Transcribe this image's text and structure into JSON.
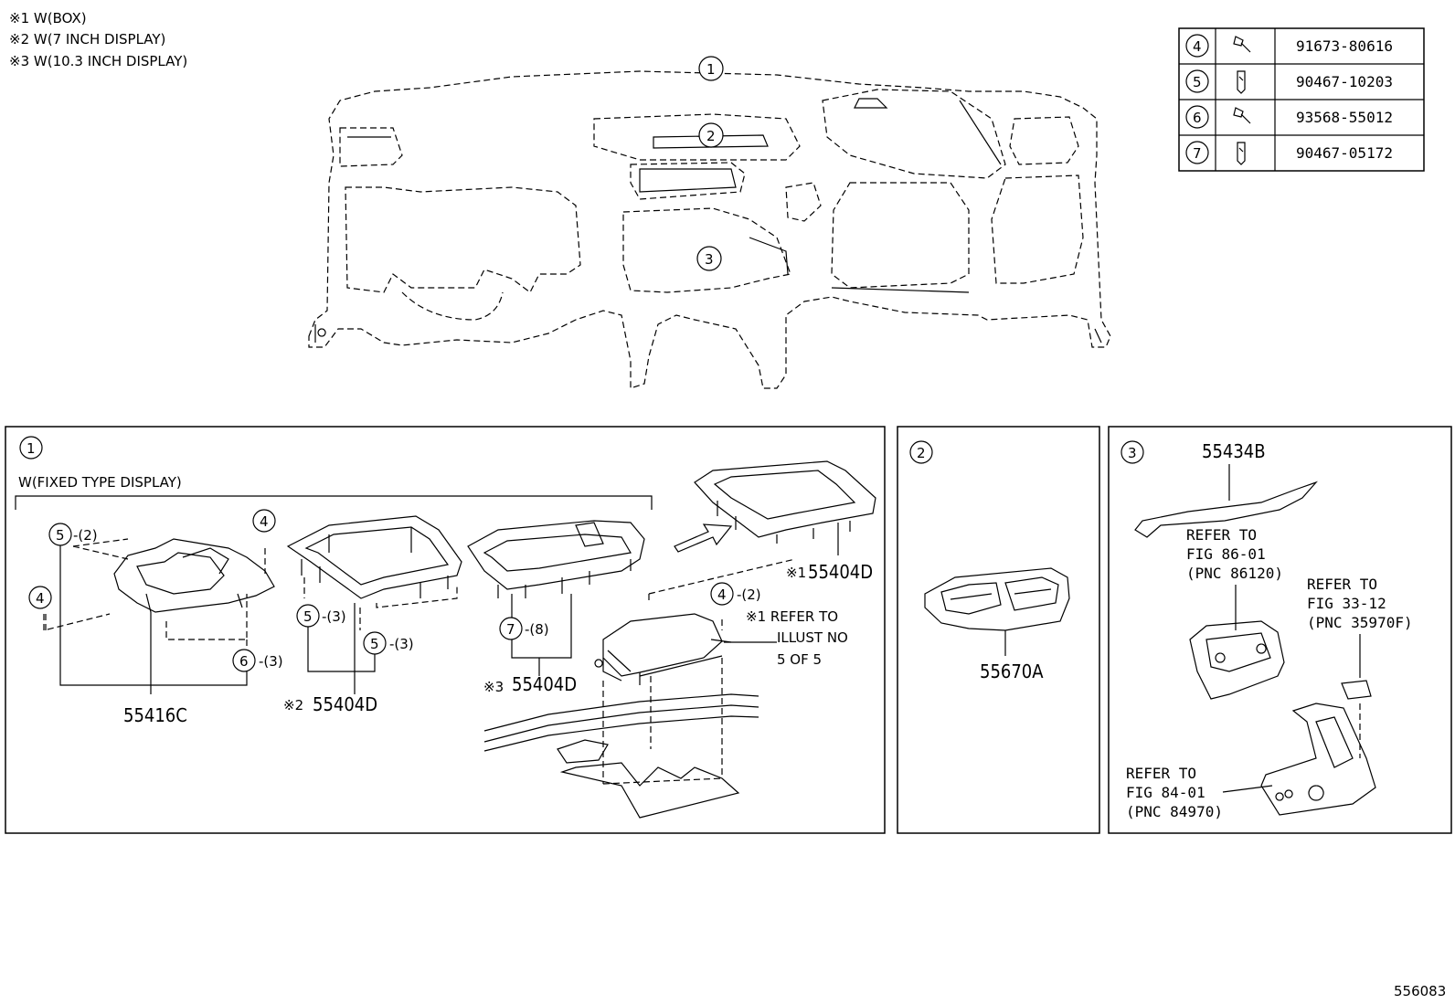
{
  "notes": [
    "※1 W(BOX)",
    "※2 W(7 INCH DISPLAY)",
    "※3 W(10.3 INCH DISPLAY)"
  ],
  "overview_callouts": [
    "1",
    "2",
    "3"
  ],
  "fastener_table": [
    {
      "no": "4",
      "part": "91673-80616"
    },
    {
      "no": "5",
      "part": "90467-10203"
    },
    {
      "no": "6",
      "part": "93568-55012"
    },
    {
      "no": "7",
      "part": "90467-05172"
    }
  ],
  "panel1": {
    "id": "1",
    "group_label": "W(FIXED TYPE DISPLAY)",
    "c5a": "5",
    "c5a_qty": "-(2)",
    "c4a": "4",
    "c4b": "4",
    "c5b": "5",
    "c5b_qty": "-(3)",
    "c5c": "5",
    "c5c_qty": "-(3)",
    "c6": "6",
    "c6_qty": "-(3)",
    "c7": "7",
    "c7_qty": "-(8)",
    "c4c": "4",
    "c4c_qty": "-(2)",
    "part_55416c": "55416C",
    "part_2_mark": "※2",
    "part_2_no": "55404D",
    "part_3_mark": "※3",
    "part_3_no": "55404D",
    "part_1_mark": "※1",
    "part_1_no": "55404D",
    "refer_lines": [
      "※1 REFER TO",
      "ILLUST NO",
      "5 OF 5"
    ]
  },
  "panel2": {
    "id": "2",
    "part": "55670A"
  },
  "panel3": {
    "id": "3",
    "part": "55434B",
    "refer_a": [
      "REFER TO",
      "FIG 86-01",
      "(PNC 86120)"
    ],
    "refer_b": [
      "REFER TO",
      "FIG 33-12",
      "(PNC 35970F)"
    ],
    "refer_c": [
      "REFER TO",
      "FIG 84-01",
      "(PNC 84970)"
    ]
  },
  "figure_id": "556083"
}
